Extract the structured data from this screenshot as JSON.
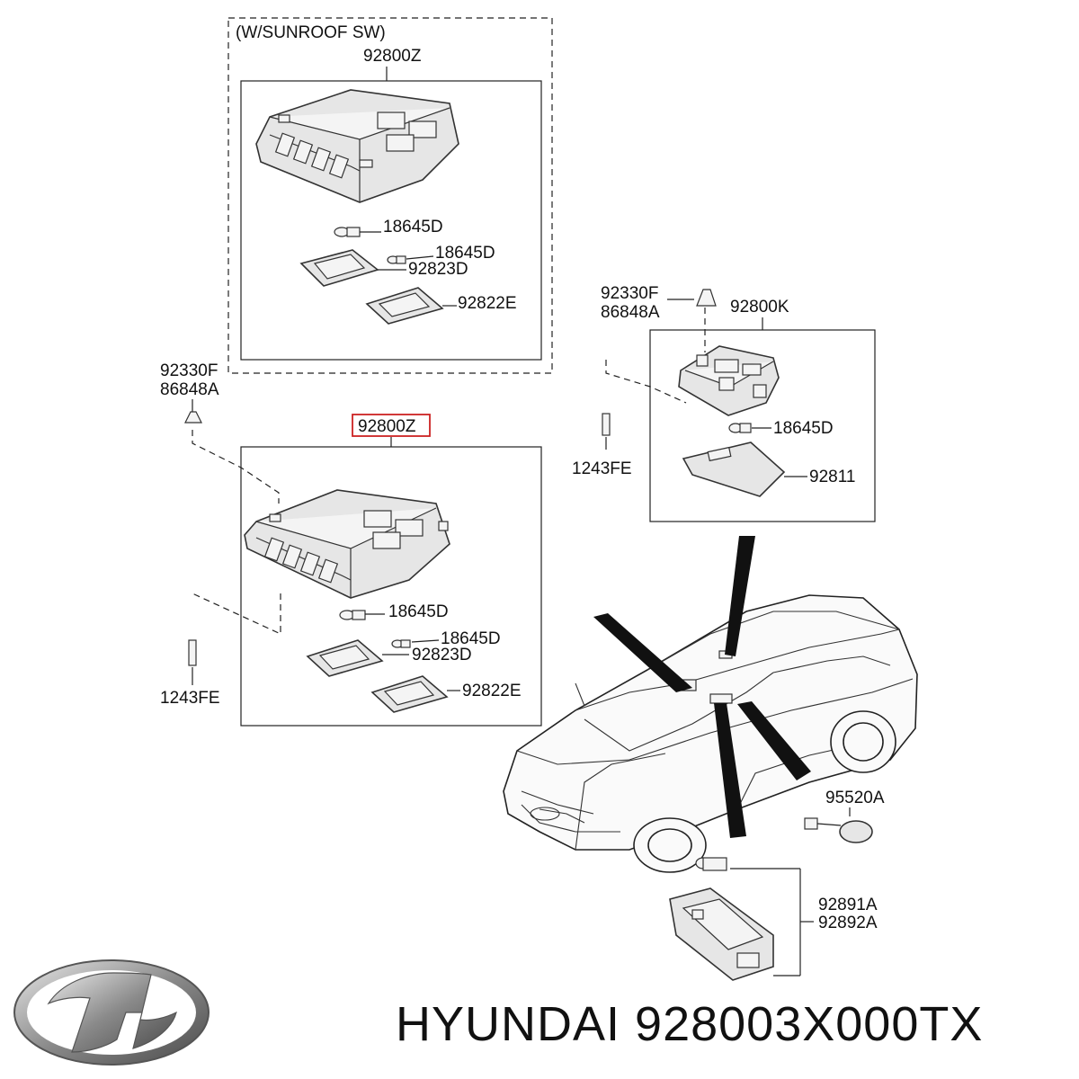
{
  "sunroof_box": {
    "title": "(W/SUNROOF SW)",
    "assembly": "92800Z",
    "bulb_upper": "18645D",
    "bulb_lower": "18645D",
    "lens_upper": "92823D",
    "lens_lower": "92822E"
  },
  "main_box": {
    "assembly": "92800Z",
    "bulb_upper": "18645D",
    "bulb_lower": "18645D",
    "lens_upper": "92823D",
    "lens_lower": "92822E",
    "clip_code_1": "92330F",
    "clip_code_2": "86848A",
    "screw": "1243FE"
  },
  "right_box": {
    "clip_code_1": "92330F",
    "clip_code_2": "86848A",
    "assembly": "92800K",
    "bulb": "18645D",
    "lens": "92811",
    "screw": "1243FE"
  },
  "car_parts": {
    "sensor": "95520A",
    "lamp_1": "92891A",
    "lamp_2": "92892A"
  },
  "highlight_color": "#cc2222",
  "footer": {
    "brand": "HYUNDAI",
    "part_number": "928003X000TX",
    "logo": "hyundai-logo"
  }
}
